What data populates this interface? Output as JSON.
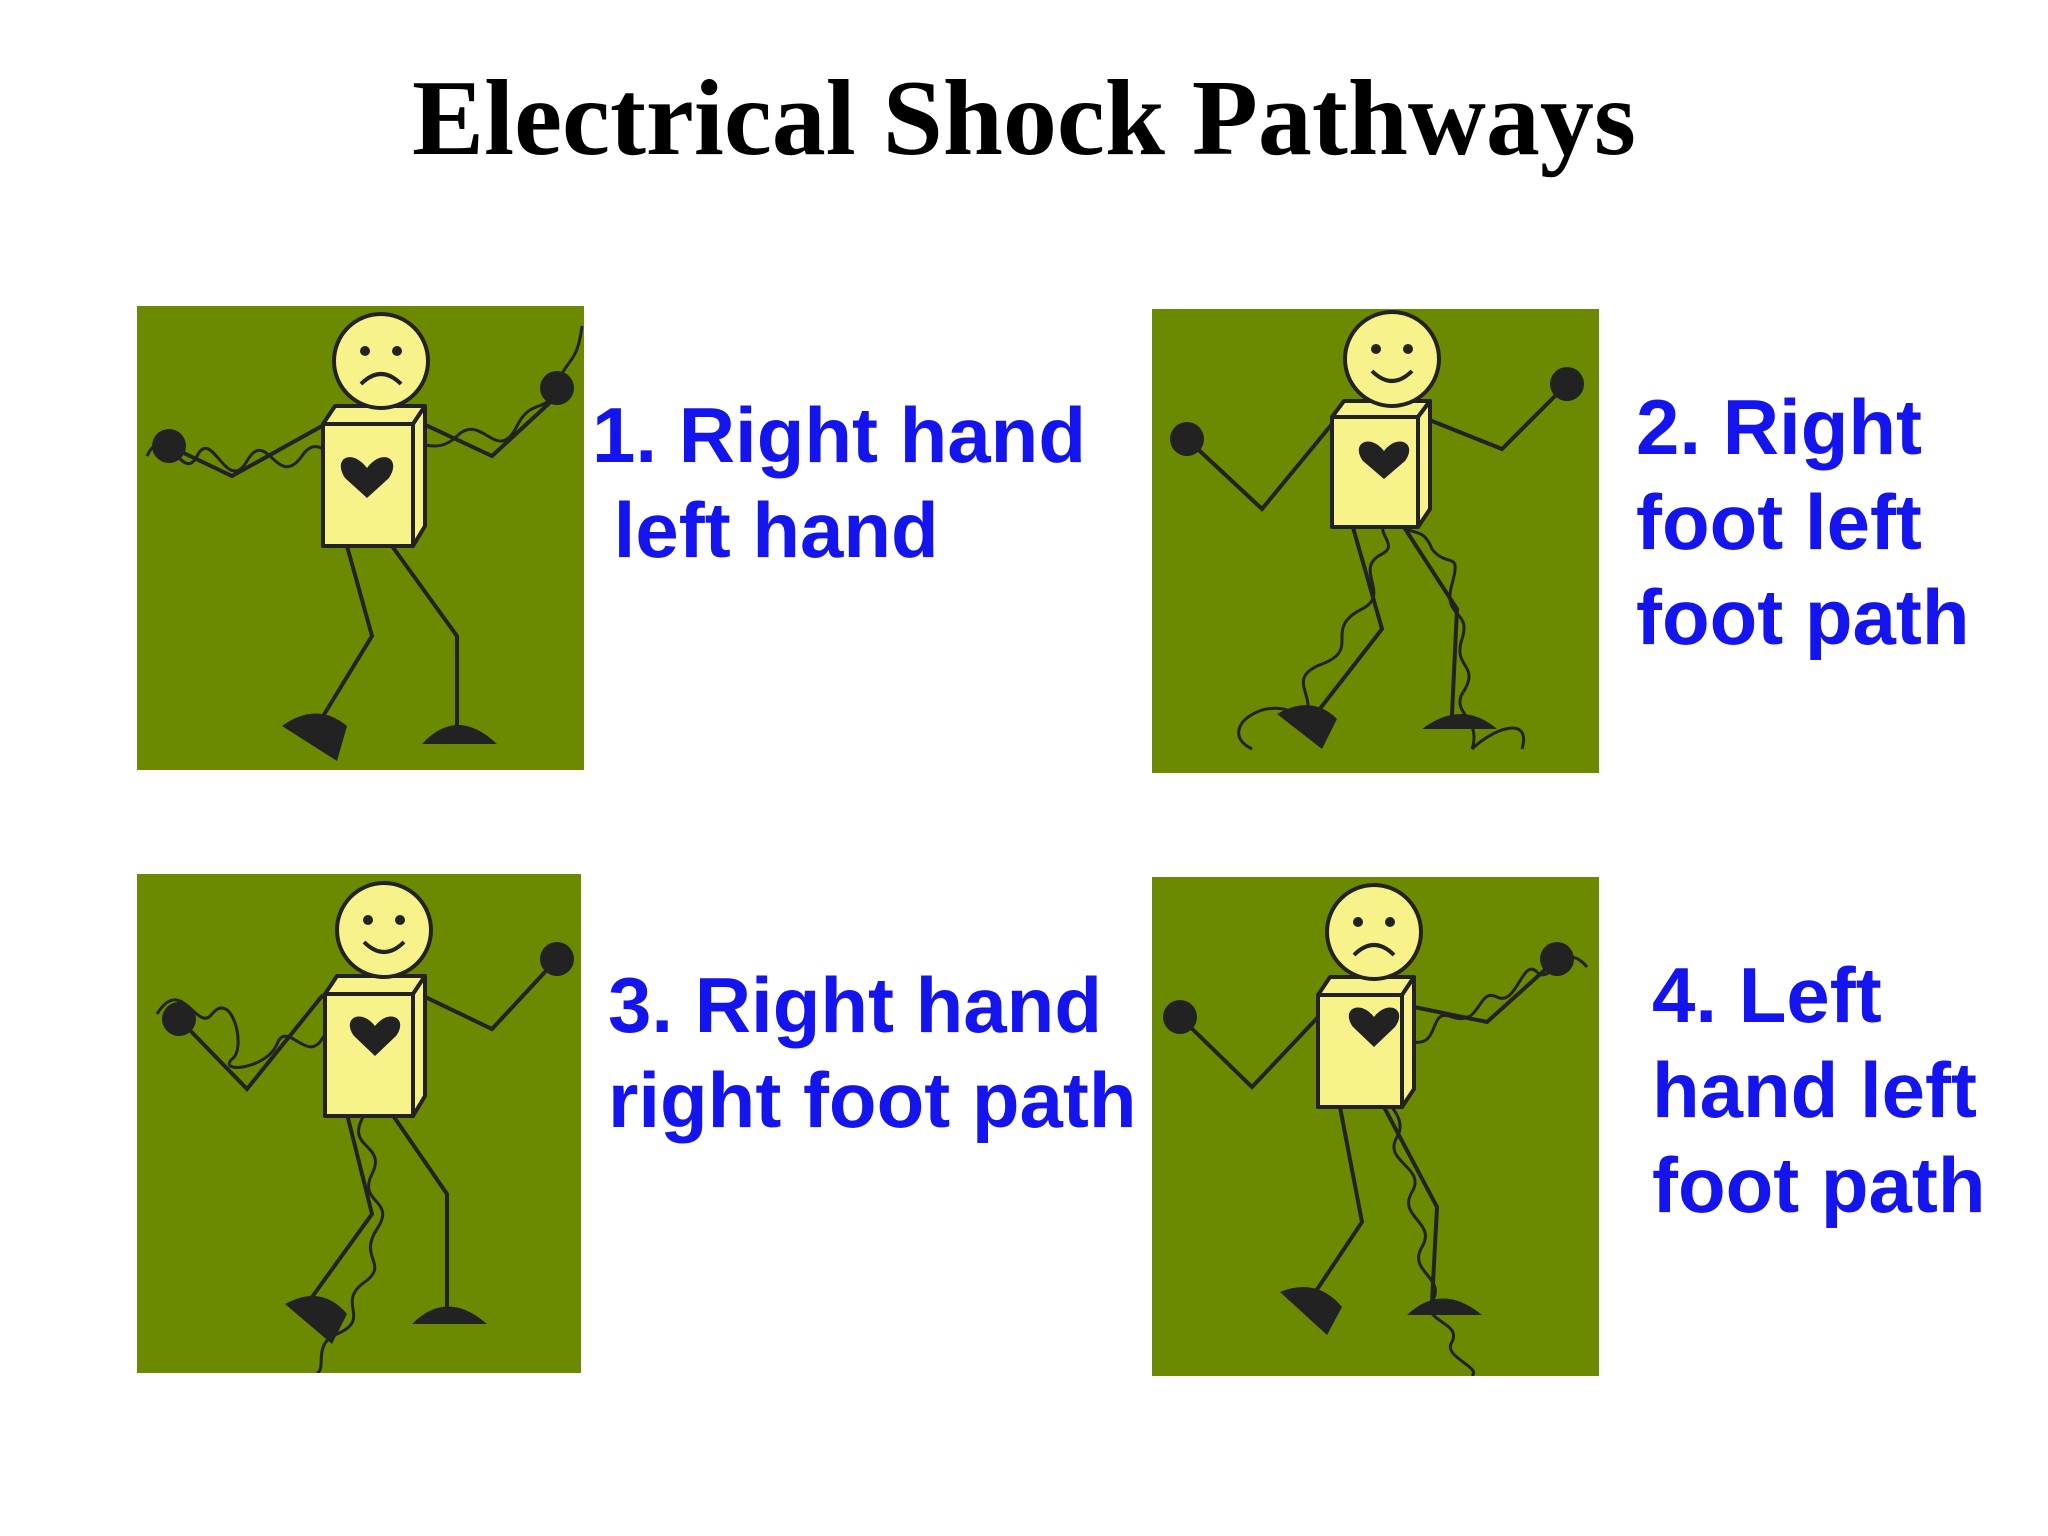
{
  "title": "Electrical Shock Pathways",
  "colors": {
    "panel_background": "#6b8a02",
    "figure_fill": "#f7f28a",
    "line": "#222222",
    "caption_text": "#1414ee",
    "title_text": "#000000"
  },
  "panels": [
    {
      "id": "p1",
      "face": "sad",
      "current_path": "right-hand-to-left-hand",
      "caption_lines": [
        "1. Right hand",
        " left hand"
      ]
    },
    {
      "id": "p2",
      "face": "happy",
      "current_path": "right-foot-to-left-foot",
      "caption_lines": [
        "2. Right",
        "foot left",
        "foot path"
      ]
    },
    {
      "id": "p3",
      "face": "happy",
      "current_path": "right-hand-to-right-foot",
      "caption_lines": [
        "3. Right hand",
        "right foot path"
      ]
    },
    {
      "id": "p4",
      "face": "sad",
      "current_path": "left-hand-to-left-foot",
      "caption_lines": [
        "4. Left",
        "hand left",
        "foot path"
      ]
    }
  ]
}
